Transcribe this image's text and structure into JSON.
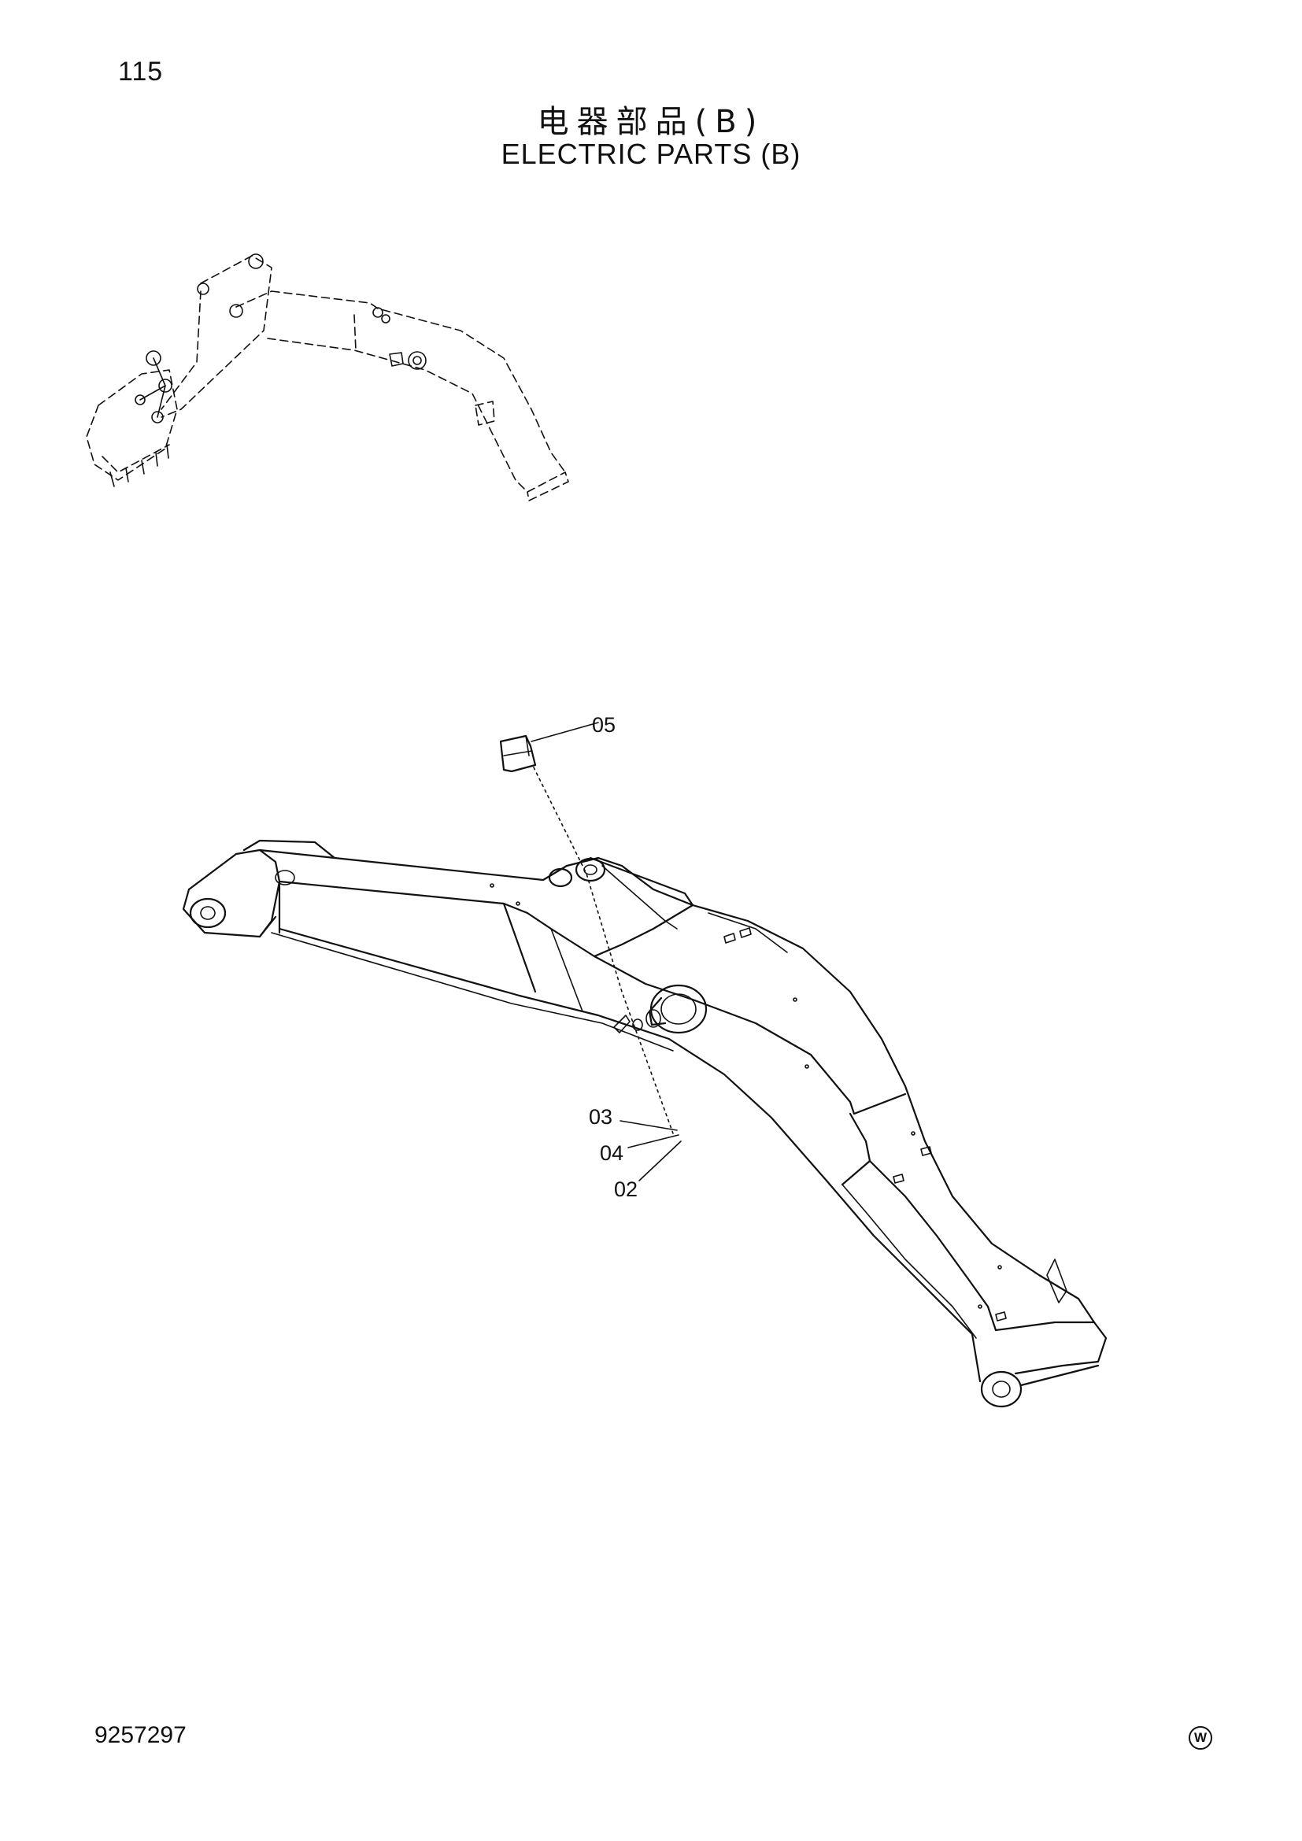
{
  "page": {
    "number": "115",
    "title_cn": "电器部品(B)",
    "title_en": "ELECTRIC PARTS (B)",
    "doc_number": "9257297",
    "mark_symbol": "W"
  },
  "callouts": [
    {
      "id": "c05",
      "label": "05"
    },
    {
      "id": "c03",
      "label": "03"
    },
    {
      "id": "c04",
      "label": "04"
    },
    {
      "id": "c02",
      "label": "02"
    }
  ],
  "icons": {
    "bottom_mark": "circled-w-icon"
  }
}
